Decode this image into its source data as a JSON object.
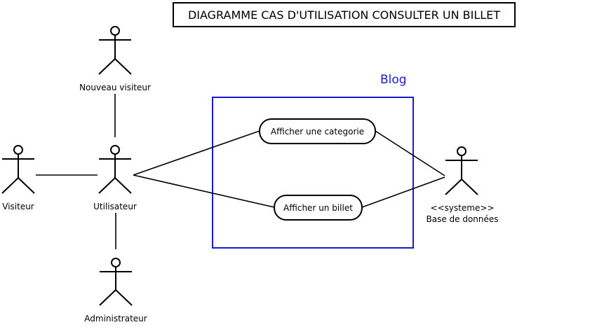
{
  "diagram": {
    "title": "DIAGRAMME CAS D'UTILISATION CONSULTER UN BILLET",
    "system": {
      "label": "Blog",
      "border_color": "#1a1ad6"
    },
    "actors": {
      "nouveau_visiteur": "Nouveau visiteur",
      "visiteur": "Visiteur",
      "utilisateur": "Utilisateur",
      "administrateur": "Administrateur",
      "base_de_donnees_stereotype": "<<systeme>>",
      "base_de_donnees": "Base de données"
    },
    "use_cases": {
      "afficher_categorie": "Afficher une categorie",
      "afficher_billet": "Afficher un billet"
    }
  }
}
